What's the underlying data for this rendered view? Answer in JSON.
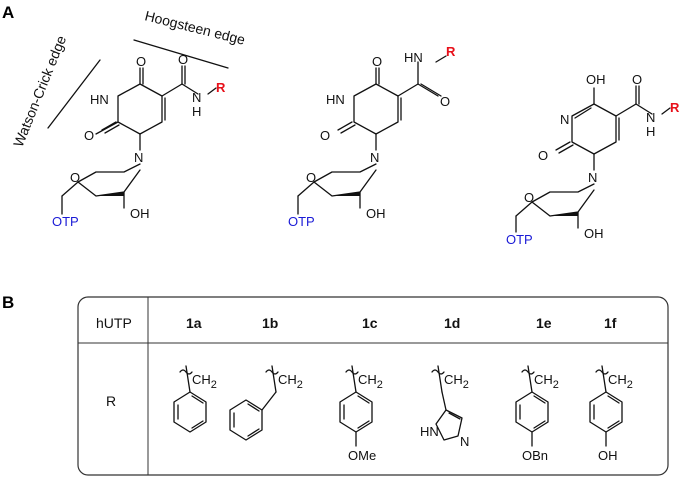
{
  "panel_a": {
    "label": "A",
    "edge_watson": "Watson-Crick edge",
    "edge_hoogsteen": "Hoogsteen edge",
    "atoms": {
      "O": "O",
      "HN": "HN",
      "N": "N",
      "NH": "N",
      "H": "H",
      "R": "R",
      "OTP": "OTP",
      "OH": "OH",
      "HNR": "HN",
      "OHtop": "OH"
    }
  },
  "panel_b": {
    "label": "B",
    "header_label": "hUTP",
    "compounds": [
      "1a",
      "1b",
      "1c",
      "1d",
      "1e",
      "1f"
    ],
    "row_label": "R",
    "subs": {
      "CH2": "CH",
      "sub2": "2",
      "OMe": "OMe",
      "HN": "HN",
      "N": "N",
      "OBn": "OBn",
      "OH": "OH"
    }
  }
}
